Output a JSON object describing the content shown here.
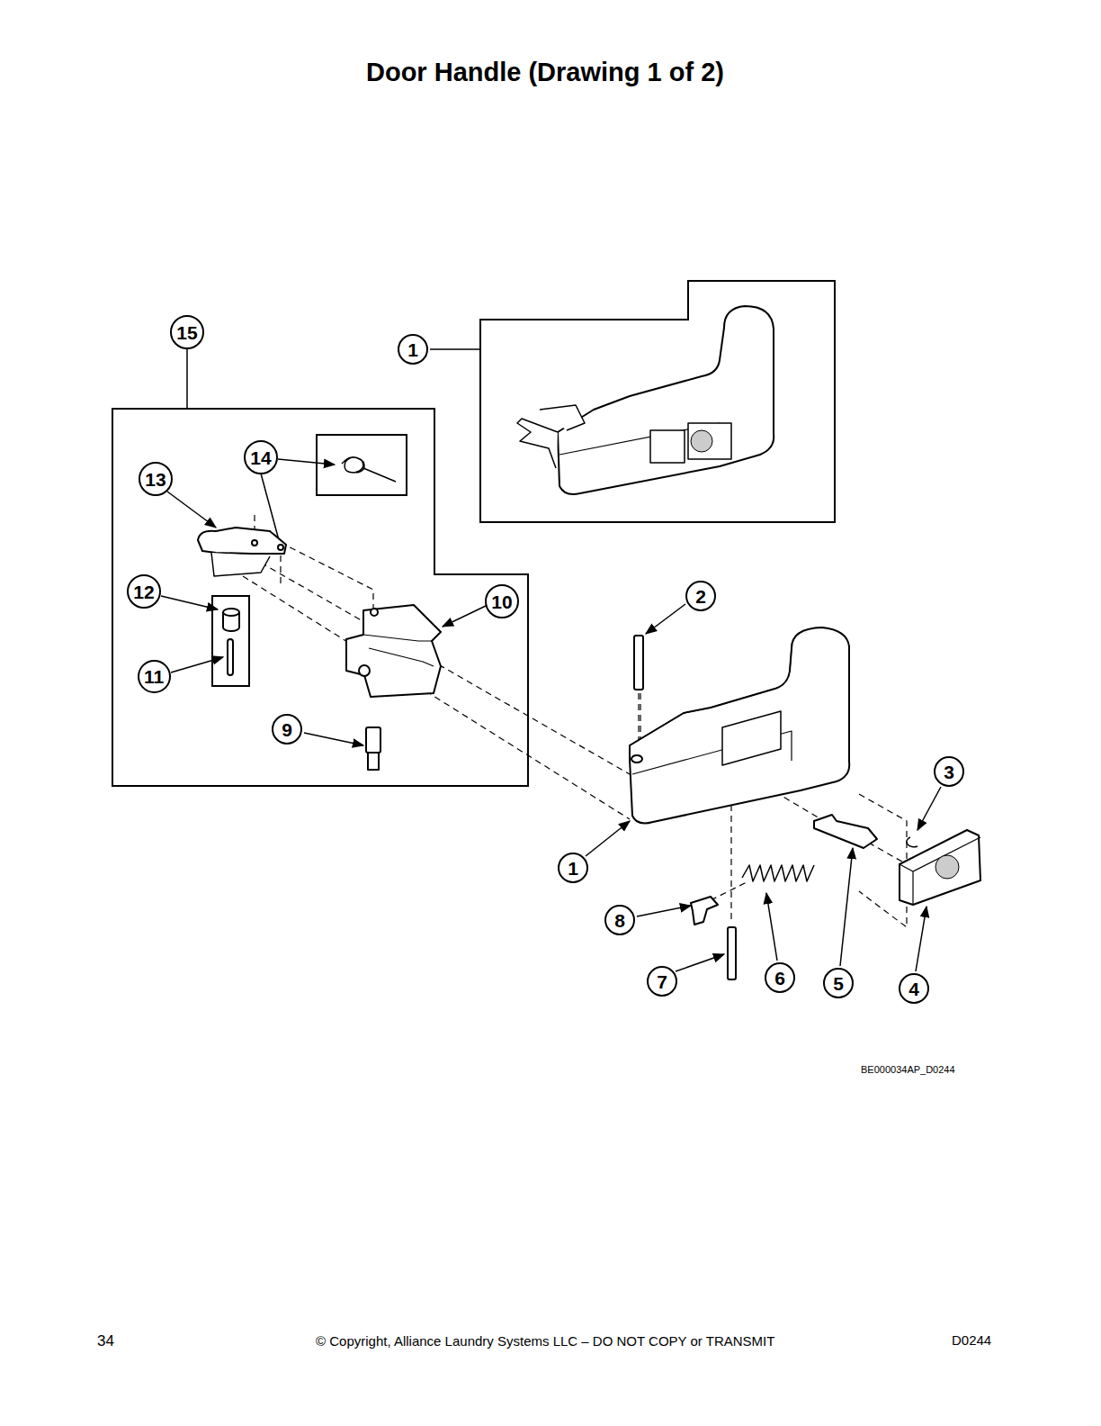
{
  "diagram": {
    "title": "Door Handle (Drawing 1 of 2)",
    "nodes": [
      {
        "text": [
          "15"
        ]
      },
      {
        "text": [
          "1"
        ]
      },
      {
        "text": [
          "14"
        ]
      },
      {
        "text": [
          "13"
        ]
      },
      {
        "text": [
          "2"
        ]
      },
      {
        "text": [
          "12"
        ]
      },
      {
        "text": [
          "10"
        ]
      },
      {
        "text": [
          "11"
        ]
      },
      {
        "text": [
          "9"
        ]
      },
      {
        "text": [
          "3"
        ]
      },
      {
        "text": [
          "1"
        ]
      },
      {
        "text": [
          "8"
        ]
      },
      {
        "text": [
          "7"
        ]
      },
      {
        "text": [
          "6"
        ]
      },
      {
        "text": [
          "5"
        ]
      },
      {
        "text": [
          "4"
        ]
      }
    ],
    "labels": [
      "BE000034AP_D0244",
      "34",
      "© Copyright, Alliance Laundry Systems LLC – DO NOT COPY or TRANSMIT",
      "D0244"
    ]
  }
}
